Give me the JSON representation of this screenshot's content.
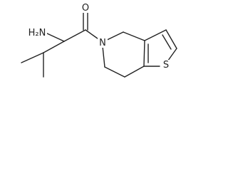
{
  "molecule": {
    "atoms": {
      "oxygen": "O",
      "nitrogen": "N",
      "sulfur": "S",
      "amine": "H₂N"
    }
  },
  "colors": {
    "ink": "#222222",
    "background": "#ffffff"
  }
}
